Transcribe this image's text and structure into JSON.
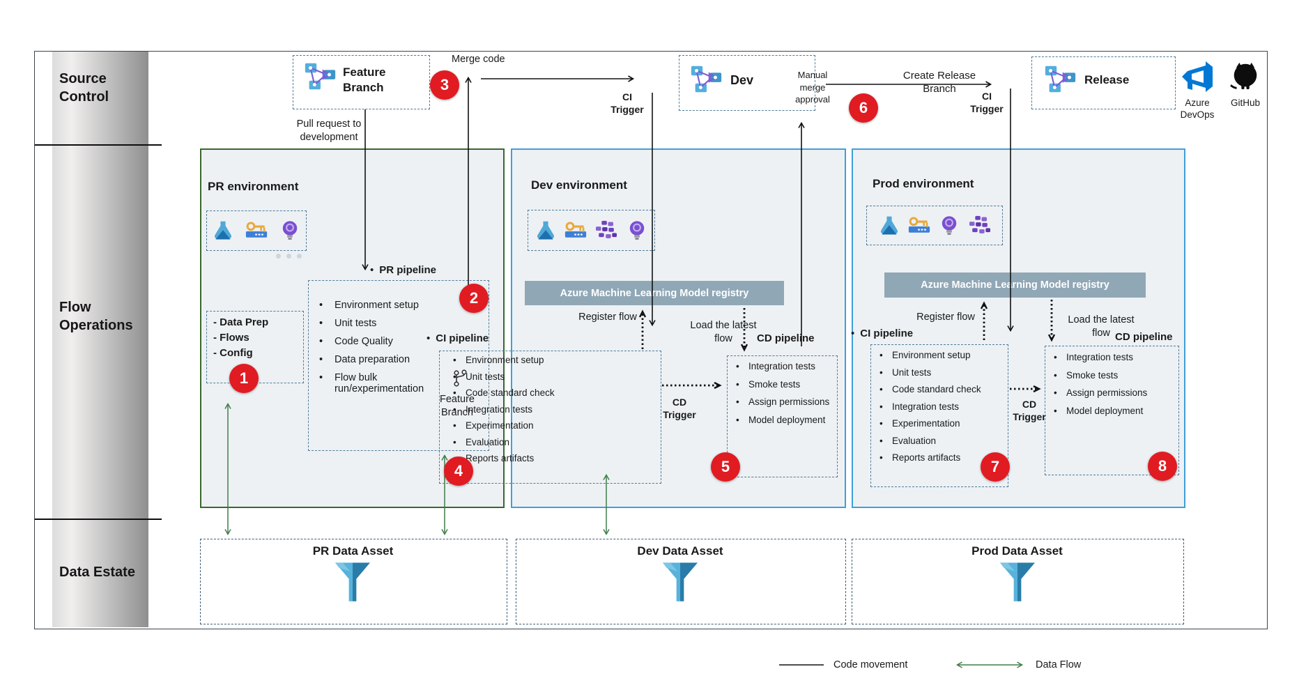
{
  "lanes": {
    "source_control": "Source Control",
    "flow_operations": "Flow Operations",
    "data_estate": "Data Estate"
  },
  "header": {
    "feature_branch_label": "Feature Branch",
    "dev_label": "Dev",
    "release_label": "Release",
    "merge_code": "Merge code",
    "pull_request": "Pull request to development",
    "ci_trigger": "CI Trigger",
    "manual_merge_approval": "Manual merge approval",
    "create_release_branch": "Create Release Branch",
    "azure_devops": "Azure DevOps",
    "github": "GitHub"
  },
  "badges": [
    "1",
    "2",
    "3",
    "4",
    "5",
    "6",
    "7",
    "8"
  ],
  "pr_env": {
    "title": "PR environment",
    "artifact_items": [
      "- Data Prep",
      "- Flows",
      "- Config"
    ],
    "pipeline_label": "PR pipeline",
    "pipeline_items": [
      "Environment setup",
      "Unit tests",
      "Code Quality",
      "Data preparation",
      "Flow bulk run/experimentation"
    ],
    "feature_branch_note": "Feature Branch"
  },
  "dev_env": {
    "title": "Dev environment",
    "registry_banner": "Azure Machine Learning Model registry",
    "register_flow": "Register flow",
    "load_latest_flow": "Load the latest flow",
    "ci_pipeline_label": "CI pipeline",
    "ci_items": [
      "Environment setup",
      "Unit tests",
      "Code standard check",
      "Integration tests",
      "Experimentation",
      "Evaluation",
      "Reports artifacts"
    ],
    "cd_trigger": "CD Trigger",
    "cd_pipeline_label": "CD pipeline",
    "cd_items": [
      "Integration tests",
      "Smoke tests",
      "Assign permissions",
      "Model deployment"
    ]
  },
  "prod_env": {
    "title": "Prod environment",
    "registry_banner": "Azure Machine Learning Model registry",
    "register_flow": "Register flow",
    "load_latest_flow": "Load the latest flow",
    "ci_pipeline_label": "CI pipeline",
    "ci_items": [
      "Environment setup",
      "Unit tests",
      "Code standard check",
      "Integration tests",
      "Experimentation",
      "Evaluation",
      "Reports artifacts"
    ],
    "cd_trigger": "CD Trigger",
    "cd_pipeline_label": "CD pipeline",
    "cd_items": [
      "Integration tests",
      "Smoke tests",
      "Assign permissions",
      "Model deployment"
    ]
  },
  "data_estate": {
    "pr_label": "PR Data Asset",
    "dev_label": "Dev Data Asset",
    "prod_label": "Prod Data Asset"
  },
  "legend": {
    "code_movement": "Code movement",
    "data_flow": "Data Flow"
  },
  "colors": {
    "badge_red": "#e11b22",
    "pr_border_green": "#38682c",
    "env_border_blue": "#3f9fd8",
    "banner_bg": "#90a7b6",
    "data_flow_green": "#3f7d4a",
    "azure_blue": "#0078d4"
  }
}
